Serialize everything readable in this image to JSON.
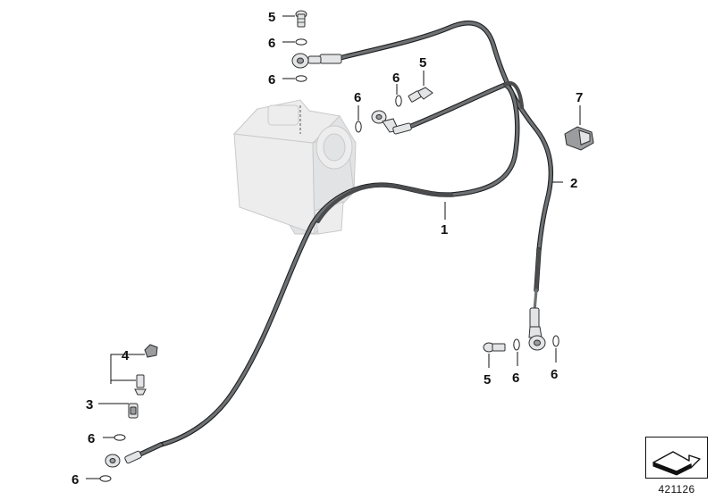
{
  "diagram": {
    "callouts": [
      {
        "id": "c5a",
        "label": "5"
      },
      {
        "id": "c6a",
        "label": "6"
      },
      {
        "id": "c6b",
        "label": "6"
      },
      {
        "id": "c6c",
        "label": "6"
      },
      {
        "id": "c6d",
        "label": "6"
      },
      {
        "id": "c5b",
        "label": "5"
      },
      {
        "id": "c7",
        "label": "7"
      },
      {
        "id": "c2",
        "label": "2"
      },
      {
        "id": "c1",
        "label": "1"
      },
      {
        "id": "c4",
        "label": "4"
      },
      {
        "id": "c3",
        "label": "3"
      },
      {
        "id": "c6e",
        "label": "6"
      },
      {
        "id": "c6f",
        "label": "6"
      },
      {
        "id": "c5c",
        "label": "5"
      },
      {
        "id": "c6g",
        "label": "6"
      },
      {
        "id": "c6h",
        "label": "6"
      }
    ],
    "reference_number": "421126",
    "colors": {
      "hose": "#4a4c4e",
      "abs_unit_ghost": "#ededee",
      "label": "#111111"
    },
    "reference_icon": "arrow-box-icon"
  }
}
